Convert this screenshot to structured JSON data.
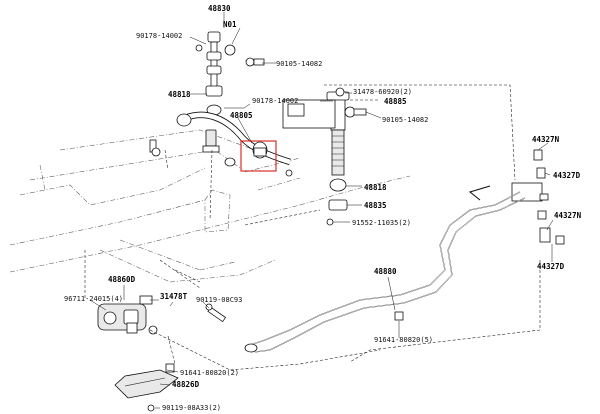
{
  "diagram": {
    "highlight_color": "#d8302a",
    "callouts": {
      "c48830": "48830",
      "cN01": "N01",
      "c90178a": "90178-14002",
      "c90105a": "90105-14082",
      "c48818a": "48818",
      "c90178b": "90178-14002",
      "c31478": "31478-60920(2)",
      "c48885": "48885",
      "c90105b": "90105-14082",
      "c48805": "48805",
      "c48818b": "48818",
      "c48835": "48835",
      "c91552": "91552-11035(2)",
      "c44327N1": "44327N",
      "c44327D1": "44327D",
      "c44327N2": "44327N",
      "c44327D2": "44327D",
      "c48880": "48880",
      "c48860D": "48860D",
      "c96711": "96711-24015(4)",
      "c31478T": "31478T",
      "c90119a": "90119-08C93",
      "c91641a": "91641-80820(5)",
      "c91641b": "91641-80820(2)",
      "c48826D": "48826D",
      "c90119b": "90119-08A33(2)"
    }
  }
}
